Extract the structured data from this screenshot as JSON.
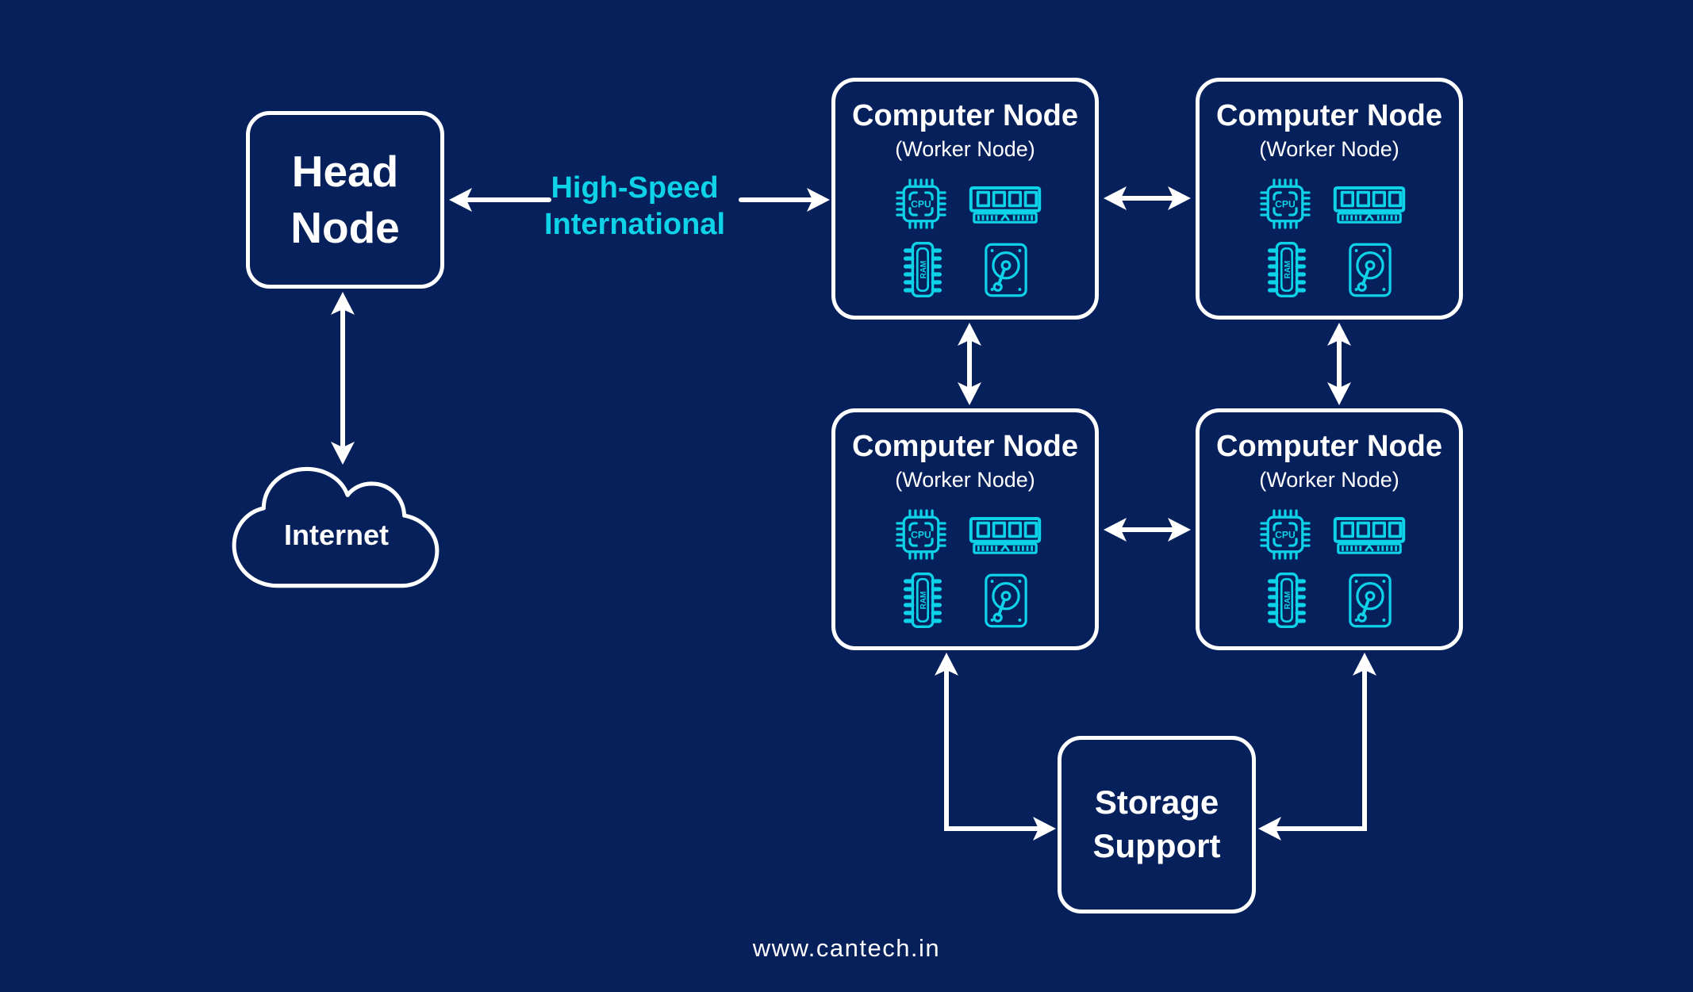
{
  "colors": {
    "background": "#06205C",
    "accent_cyan": "#0ED2E8",
    "line_white": "#FFFFFF"
  },
  "head_node": {
    "label": "Head\nNode"
  },
  "internet": {
    "label": "Internet"
  },
  "link_label": {
    "text": "High-Speed\nInternational"
  },
  "computer_nodes": [
    {
      "title": "Computer Node",
      "subtitle": "(Worker Node)",
      "cpu_label": "CPU",
      "ram_label": "RAM"
    },
    {
      "title": "Computer Node",
      "subtitle": "(Worker Node)",
      "cpu_label": "CPU",
      "ram_label": "RAM"
    },
    {
      "title": "Computer Node",
      "subtitle": "(Worker Node)",
      "cpu_label": "CPU",
      "ram_label": "RAM"
    },
    {
      "title": "Computer Node",
      "subtitle": "(Worker Node)",
      "cpu_label": "CPU",
      "ram_label": "RAM"
    }
  ],
  "storage": {
    "label": "Storage\nSupport"
  },
  "footer": {
    "url": "www.cantech.in"
  }
}
